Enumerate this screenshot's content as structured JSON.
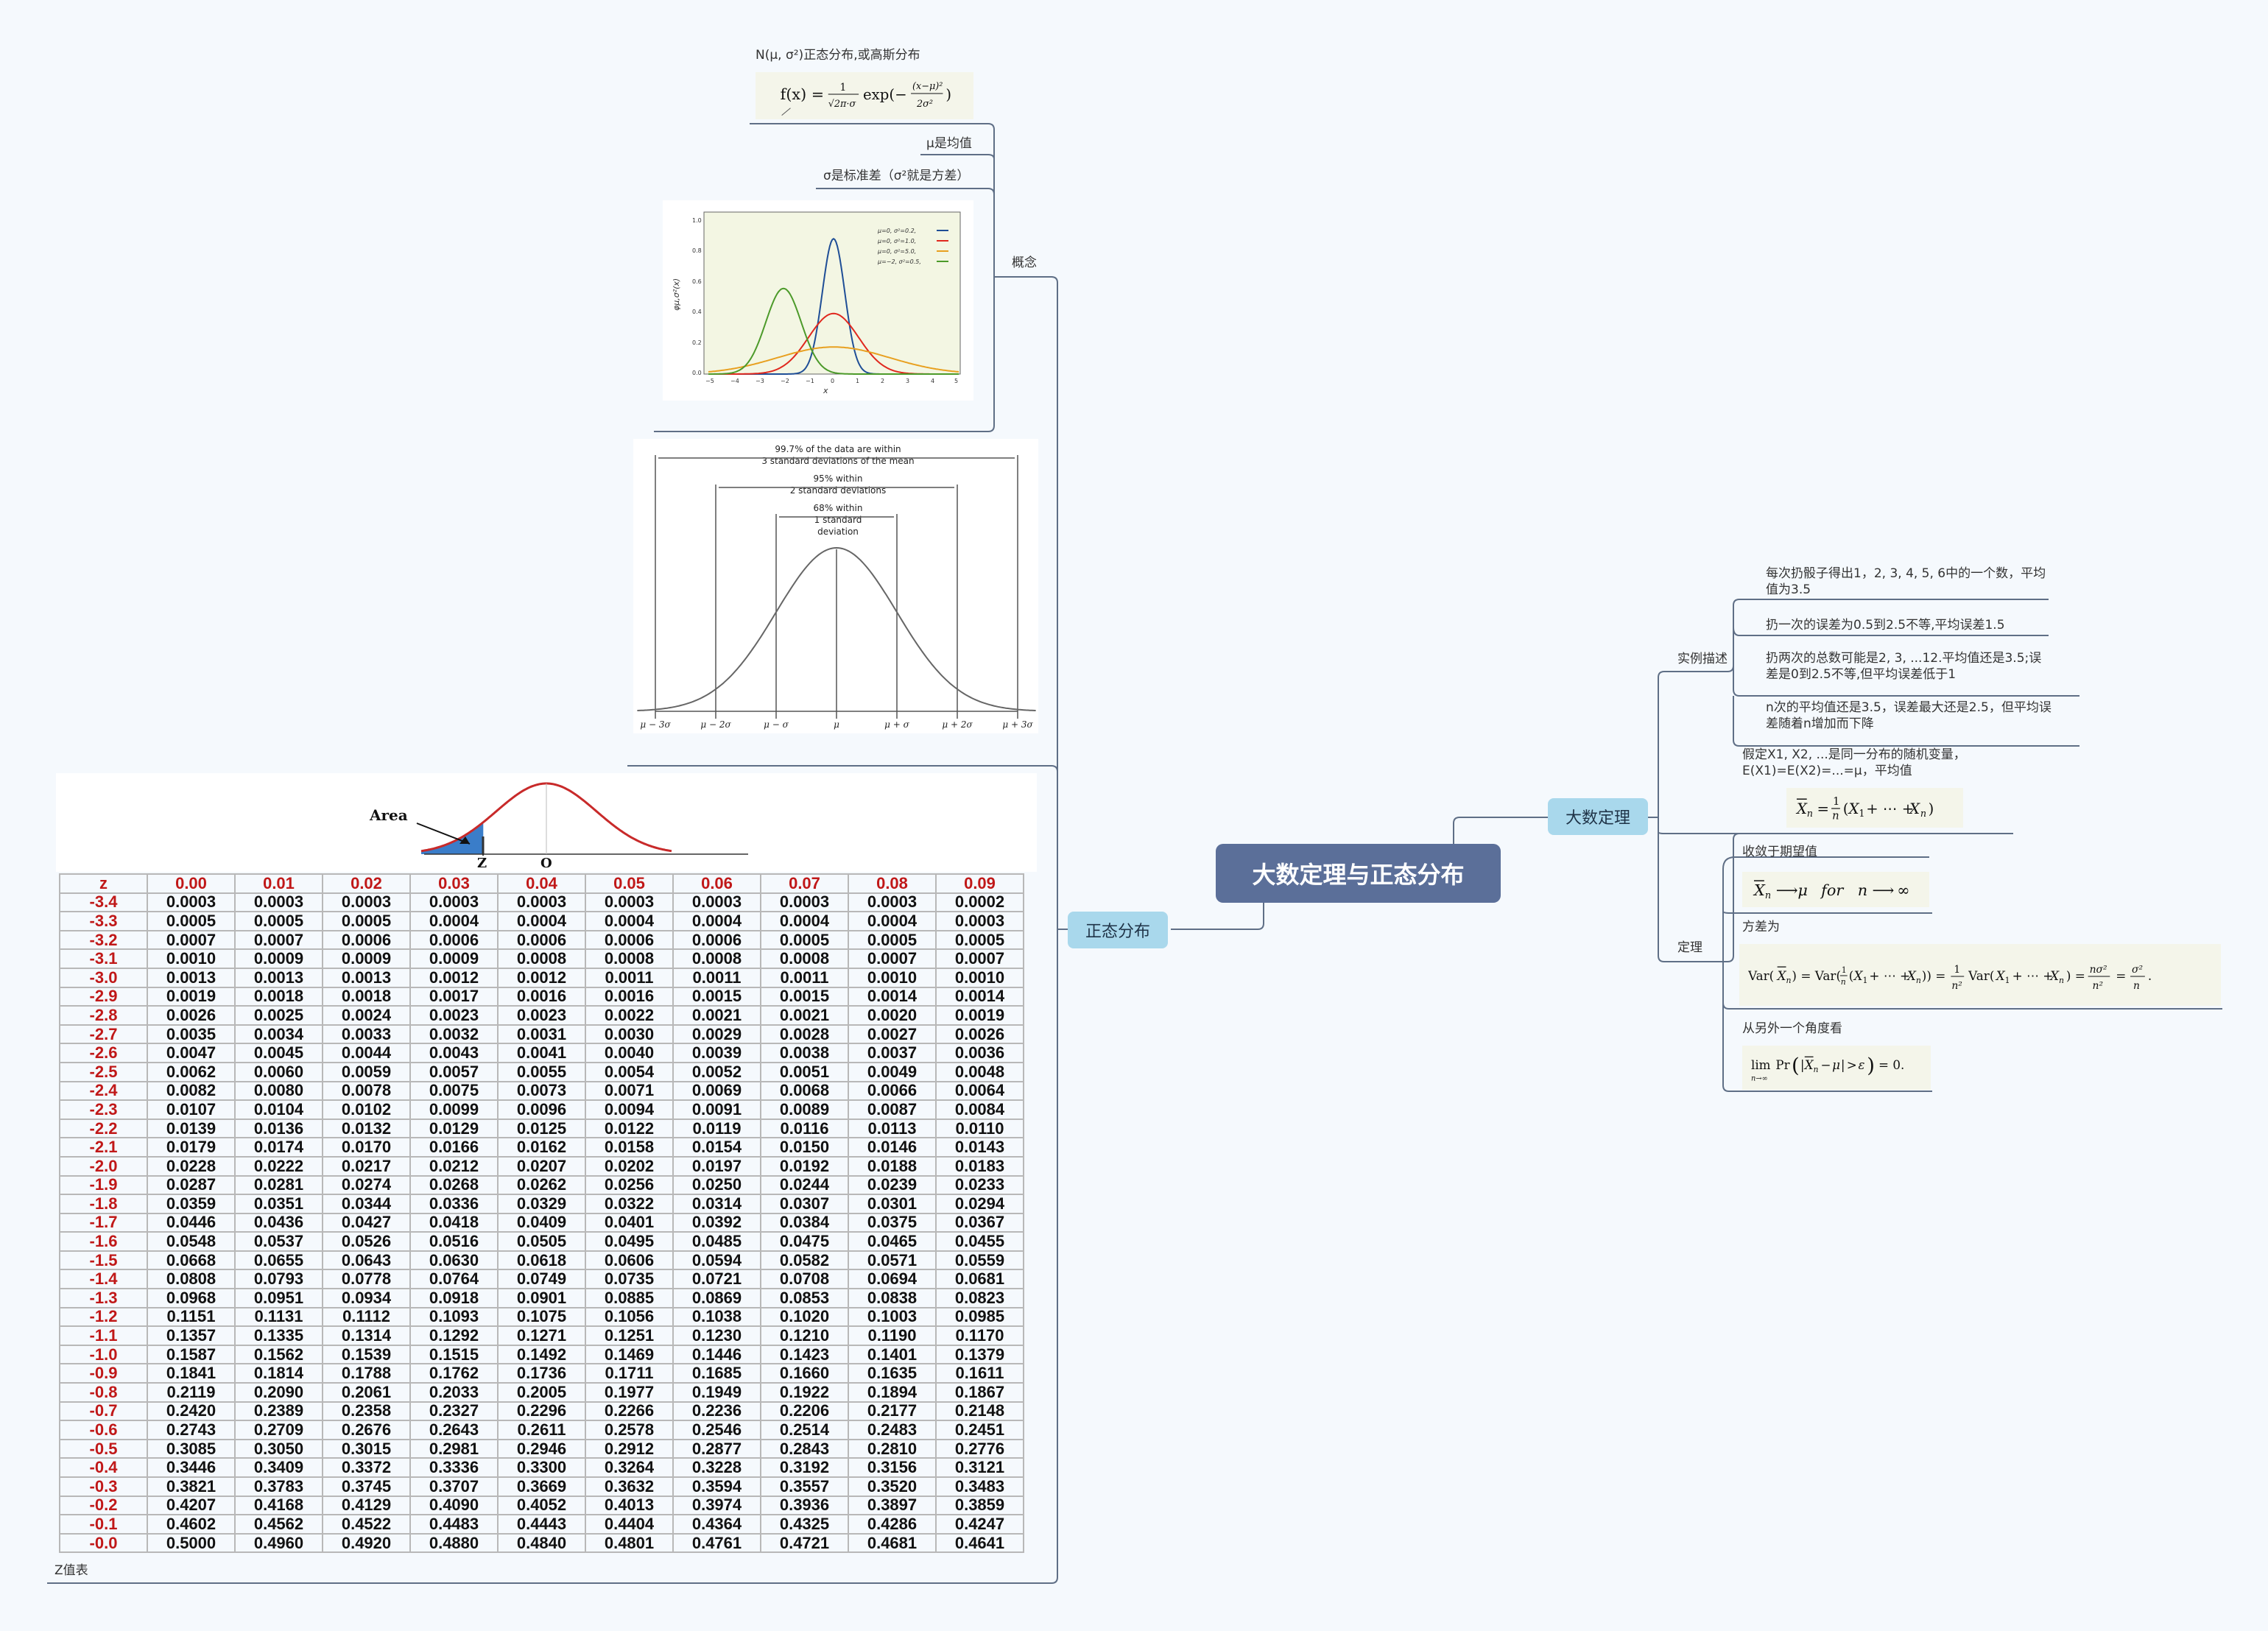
{
  "root": {
    "title": "大数定理与正态分布"
  },
  "branches": {
    "lln": {
      "label": "大数定理"
    },
    "normal": {
      "label": "正态分布"
    }
  },
  "lln": {
    "example": {
      "label": "实例描述",
      "items": [
        "每次扔骰子得出1，2, 3, 4, 5, 6中的一个数，平均值为3.5",
        "扔一次的误差为0.5到2.5不等,平均误差1.5",
        "扔两次的总数可能是2, 3, ...12.平均值还是3.5;误差是0到2.5不等,但平均误差低于1",
        "n次的平均值还是3.5，误差最大还是2.5，但平均误差随着n增加而下降"
      ]
    },
    "assume": {
      "text": "假定X1, X2, ...是同一分布的随机变量，E(X1)=E(X2)=...=μ，平均值"
    },
    "theorem": {
      "label": "定理",
      "converge": "收敛于期望值",
      "variance": "方差为",
      "other": "从另外一个角度看"
    }
  },
  "normal": {
    "concept": {
      "label": "概念",
      "definition": "N(μ, σ²)正态分布,或高斯分布",
      "mu": "μ是均值",
      "sigma": "σ是标准差（σ²就是方差）"
    },
    "ztable_label": "Z值表",
    "empirical": {
      "line1": "99.7% of the data are within",
      "line2": "3 standard deviations of the mean",
      "line3": "95% within",
      "line4": "2 standard deviations",
      "line5": "68% within",
      "line6": "1 standard",
      "line7": "deviation",
      "ticks": [
        "μ − 3σ",
        "μ − 2σ",
        "μ − σ",
        "μ",
        "μ + σ",
        "μ + 2σ",
        "μ + 3σ"
      ]
    },
    "pdfplot": {
      "ylabel": "φμ,σ²(x)",
      "xlabel": "x",
      "legend": [
        "μ=0, σ²=0.2,",
        "μ=0, σ²=1.0,",
        "μ=0, σ²=5.0,",
        "μ=−2, σ²=0.5,"
      ],
      "colors": [
        "#1f4e96",
        "#e0281e",
        "#e8a020",
        "#4c9a2a"
      ],
      "xticks": [
        "−5",
        "−4",
        "−3",
        "−2",
        "−1",
        "0",
        "1",
        "2",
        "3",
        "4",
        "5"
      ],
      "yticks": [
        "1.0",
        "0.8",
        "0.6",
        "0.4",
        "0.2",
        "0.0"
      ]
    },
    "areaplot": {
      "area": "Area",
      "z": "Z",
      "o": "O"
    }
  },
  "ztable": {
    "header": [
      "z",
      "0.00",
      "0.01",
      "0.02",
      "0.03",
      "0.04",
      "0.05",
      "0.06",
      "0.07",
      "0.08",
      "0.09"
    ],
    "rows": [
      [
        "-3.4",
        "0.0003",
        "0.0003",
        "0.0003",
        "0.0003",
        "0.0003",
        "0.0003",
        "0.0003",
        "0.0003",
        "0.0003",
        "0.0002"
      ],
      [
        "-3.3",
        "0.0005",
        "0.0005",
        "0.0005",
        "0.0004",
        "0.0004",
        "0.0004",
        "0.0004",
        "0.0004",
        "0.0004",
        "0.0003"
      ],
      [
        "-3.2",
        "0.0007",
        "0.0007",
        "0.0006",
        "0.0006",
        "0.0006",
        "0.0006",
        "0.0006",
        "0.0005",
        "0.0005",
        "0.0005"
      ],
      [
        "-3.1",
        "0.0010",
        "0.0009",
        "0.0009",
        "0.0009",
        "0.0008",
        "0.0008",
        "0.0008",
        "0.0008",
        "0.0007",
        "0.0007"
      ],
      [
        "-3.0",
        "0.0013",
        "0.0013",
        "0.0013",
        "0.0012",
        "0.0012",
        "0.0011",
        "0.0011",
        "0.0011",
        "0.0010",
        "0.0010"
      ],
      [
        "-2.9",
        "0.0019",
        "0.0018",
        "0.0018",
        "0.0017",
        "0.0016",
        "0.0016",
        "0.0015",
        "0.0015",
        "0.0014",
        "0.0014"
      ],
      [
        "-2.8",
        "0.0026",
        "0.0025",
        "0.0024",
        "0.0023",
        "0.0023",
        "0.0022",
        "0.0021",
        "0.0021",
        "0.0020",
        "0.0019"
      ],
      [
        "-2.7",
        "0.0035",
        "0.0034",
        "0.0033",
        "0.0032",
        "0.0031",
        "0.0030",
        "0.0029",
        "0.0028",
        "0.0027",
        "0.0026"
      ],
      [
        "-2.6",
        "0.0047",
        "0.0045",
        "0.0044",
        "0.0043",
        "0.0041",
        "0.0040",
        "0.0039",
        "0.0038",
        "0.0037",
        "0.0036"
      ],
      [
        "-2.5",
        "0.0062",
        "0.0060",
        "0.0059",
        "0.0057",
        "0.0055",
        "0.0054",
        "0.0052",
        "0.0051",
        "0.0049",
        "0.0048"
      ],
      [
        "-2.4",
        "0.0082",
        "0.0080",
        "0.0078",
        "0.0075",
        "0.0073",
        "0.0071",
        "0.0069",
        "0.0068",
        "0.0066",
        "0.0064"
      ],
      [
        "-2.3",
        "0.0107",
        "0.0104",
        "0.0102",
        "0.0099",
        "0.0096",
        "0.0094",
        "0.0091",
        "0.0089",
        "0.0087",
        "0.0084"
      ],
      [
        "-2.2",
        "0.0139",
        "0.0136",
        "0.0132",
        "0.0129",
        "0.0125",
        "0.0122",
        "0.0119",
        "0.0116",
        "0.0113",
        "0.0110"
      ],
      [
        "-2.1",
        "0.0179",
        "0.0174",
        "0.0170",
        "0.0166",
        "0.0162",
        "0.0158",
        "0.0154",
        "0.0150",
        "0.0146",
        "0.0143"
      ],
      [
        "-2.0",
        "0.0228",
        "0.0222",
        "0.0217",
        "0.0212",
        "0.0207",
        "0.0202",
        "0.0197",
        "0.0192",
        "0.0188",
        "0.0183"
      ],
      [
        "-1.9",
        "0.0287",
        "0.0281",
        "0.0274",
        "0.0268",
        "0.0262",
        "0.0256",
        "0.0250",
        "0.0244",
        "0.0239",
        "0.0233"
      ],
      [
        "-1.8",
        "0.0359",
        "0.0351",
        "0.0344",
        "0.0336",
        "0.0329",
        "0.0322",
        "0.0314",
        "0.0307",
        "0.0301",
        "0.0294"
      ],
      [
        "-1.7",
        "0.0446",
        "0.0436",
        "0.0427",
        "0.0418",
        "0.0409",
        "0.0401",
        "0.0392",
        "0.0384",
        "0.0375",
        "0.0367"
      ],
      [
        "-1.6",
        "0.0548",
        "0.0537",
        "0.0526",
        "0.0516",
        "0.0505",
        "0.0495",
        "0.0485",
        "0.0475",
        "0.0465",
        "0.0455"
      ],
      [
        "-1.5",
        "0.0668",
        "0.0655",
        "0.0643",
        "0.0630",
        "0.0618",
        "0.0606",
        "0.0594",
        "0.0582",
        "0.0571",
        "0.0559"
      ],
      [
        "-1.4",
        "0.0808",
        "0.0793",
        "0.0778",
        "0.0764",
        "0.0749",
        "0.0735",
        "0.0721",
        "0.0708",
        "0.0694",
        "0.0681"
      ],
      [
        "-1.3",
        "0.0968",
        "0.0951",
        "0.0934",
        "0.0918",
        "0.0901",
        "0.0885",
        "0.0869",
        "0.0853",
        "0.0838",
        "0.0823"
      ],
      [
        "-1.2",
        "0.1151",
        "0.1131",
        "0.1112",
        "0.1093",
        "0.1075",
        "0.1056",
        "0.1038",
        "0.1020",
        "0.1003",
        "0.0985"
      ],
      [
        "-1.1",
        "0.1357",
        "0.1335",
        "0.1314",
        "0.1292",
        "0.1271",
        "0.1251",
        "0.1230",
        "0.1210",
        "0.1190",
        "0.1170"
      ],
      [
        "-1.0",
        "0.1587",
        "0.1562",
        "0.1539",
        "0.1515",
        "0.1492",
        "0.1469",
        "0.1446",
        "0.1423",
        "0.1401",
        "0.1379"
      ],
      [
        "-0.9",
        "0.1841",
        "0.1814",
        "0.1788",
        "0.1762",
        "0.1736",
        "0.1711",
        "0.1685",
        "0.1660",
        "0.1635",
        "0.1611"
      ],
      [
        "-0.8",
        "0.2119",
        "0.2090",
        "0.2061",
        "0.2033",
        "0.2005",
        "0.1977",
        "0.1949",
        "0.1922",
        "0.1894",
        "0.1867"
      ],
      [
        "-0.7",
        "0.2420",
        "0.2389",
        "0.2358",
        "0.2327",
        "0.2296",
        "0.2266",
        "0.2236",
        "0.2206",
        "0.2177",
        "0.2148"
      ],
      [
        "-0.6",
        "0.2743",
        "0.2709",
        "0.2676",
        "0.2643",
        "0.2611",
        "0.2578",
        "0.2546",
        "0.2514",
        "0.2483",
        "0.2451"
      ],
      [
        "-0.5",
        "0.3085",
        "0.3050",
        "0.3015",
        "0.2981",
        "0.2946",
        "0.2912",
        "0.2877",
        "0.2843",
        "0.2810",
        "0.2776"
      ],
      [
        "-0.4",
        "0.3446",
        "0.3409",
        "0.3372",
        "0.3336",
        "0.3300",
        "0.3264",
        "0.3228",
        "0.3192",
        "0.3156",
        "0.3121"
      ],
      [
        "-0.3",
        "0.3821",
        "0.3783",
        "0.3745",
        "0.3707",
        "0.3669",
        "0.3632",
        "0.3594",
        "0.3557",
        "0.3520",
        "0.3483"
      ],
      [
        "-0.2",
        "0.4207",
        "0.4168",
        "0.4129",
        "0.4090",
        "0.4052",
        "0.4013",
        "0.3974",
        "0.3936",
        "0.3897",
        "0.3859"
      ],
      [
        "-0.1",
        "0.4602",
        "0.4562",
        "0.4522",
        "0.4483",
        "0.4443",
        "0.4404",
        "0.4364",
        "0.4325",
        "0.4286",
        "0.4247"
      ],
      [
        "-0.0",
        "0.5000",
        "0.4960",
        "0.4920",
        "0.4880",
        "0.4840",
        "0.4801",
        "0.4761",
        "0.4721",
        "0.4681",
        "0.4641"
      ]
    ]
  },
  "colors": {
    "root": "#5b6f99",
    "branch": "#a9d8ec",
    "line": "#5f6f86"
  }
}
